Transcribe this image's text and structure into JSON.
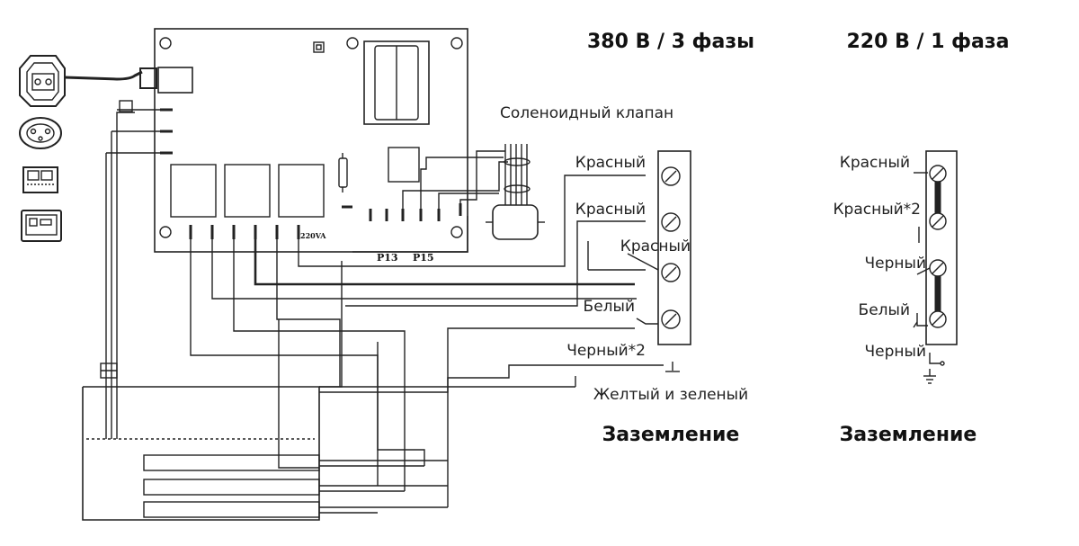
{
  "headers": {
    "three_phase": "380 В / 3 фазы",
    "single_phase": "220 В / 1 фаза"
  },
  "solenoid": {
    "label": "Соленоидный клапан"
  },
  "board": {
    "p13": "P13",
    "p15": "P15",
    "relay_marking": "220VA"
  },
  "three_phase_wires": {
    "red_1": "Красный",
    "red_2": "Красный",
    "red_3": "Красный",
    "white": "Белый",
    "black": "Черный*2",
    "ground_wire": "Желтый и зеленый",
    "ground_title": "Заземление"
  },
  "single_phase_wires": {
    "red": "Красный",
    "red_x2": "Красный*2",
    "black_1": "Черный",
    "white": "Белый",
    "black_2": "Черный",
    "ground_title": "Заземление"
  }
}
